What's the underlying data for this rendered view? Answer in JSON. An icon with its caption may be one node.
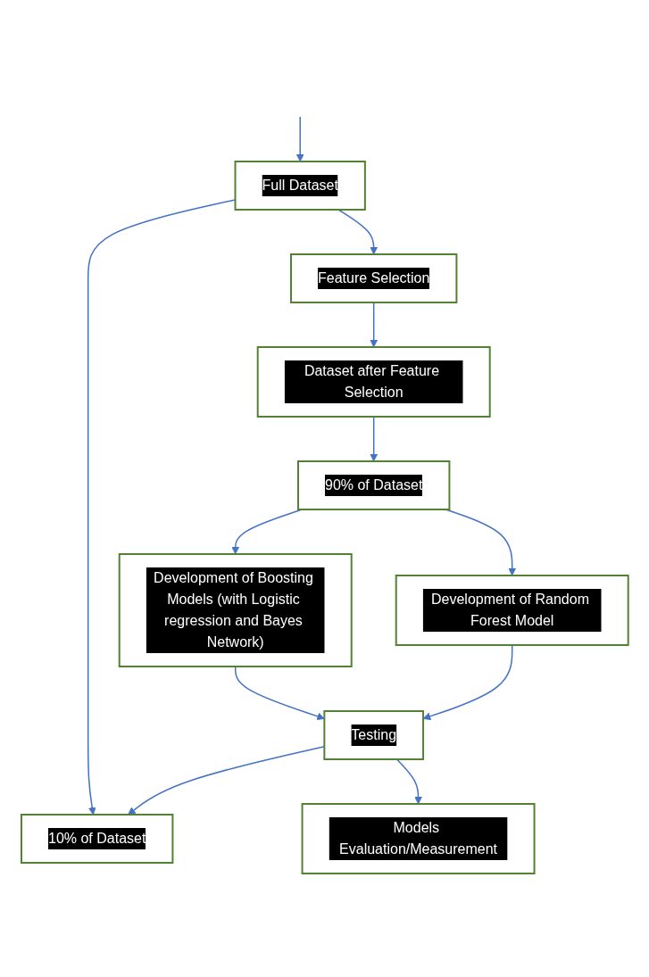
{
  "diagram": {
    "nodes": [
      {
        "text": [
          "Full Dataset"
        ]
      },
      {
        "text": [
          "Feature Selection"
        ]
      },
      {
        "text": [
          "Dataset after Feature Selection"
        ]
      },
      {
        "text": [
          "10% of Dataset"
        ]
      },
      {
        "text": [
          "90% of Dataset"
        ]
      },
      {
        "text": [
          "Development of Boosting Models (with Logistic regression and Bayes Network)"
        ]
      },
      {
        "text": [
          "Development of Random Forest Model"
        ]
      },
      {
        "text": [
          "Testing"
        ]
      },
      {
        "text": [
          "Models Evaluation/Measurement"
        ]
      }
    ],
    "edges": [
      {
        "from": null,
        "to": 0,
        "arrow": "to"
      },
      {
        "from": 0,
        "to": 1,
        "arrow": "to"
      },
      {
        "from": 1,
        "to": 2,
        "arrow": "to"
      },
      {
        "from": 0,
        "to": 3,
        "arrow": "to"
      },
      {
        "from": 2,
        "to": 4,
        "arrow": "to"
      },
      {
        "from": 4,
        "to": 6,
        "arrow": "to"
      },
      {
        "from": 4,
        "to": 5,
        "arrow": "to"
      },
      {
        "from": 5,
        "to": 7,
        "arrow": "to"
      },
      {
        "from": 6,
        "to": 7,
        "arrow": "to"
      },
      {
        "from": 7,
        "to": 3,
        "arrow": "to"
      },
      {
        "from": 7,
        "to": 8,
        "arrow": "to"
      }
    ]
  }
}
